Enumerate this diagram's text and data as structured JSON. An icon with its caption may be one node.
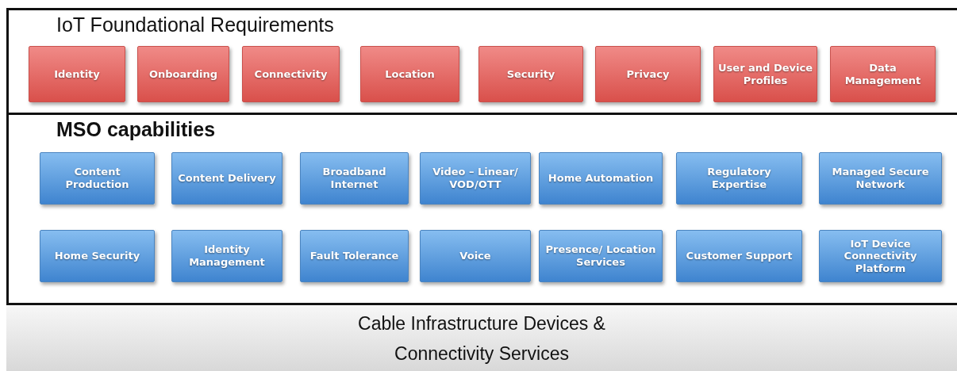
{
  "diagram": {
    "nodes": [
      {
        "text": [
          "IoT Foundational Requirements"
        ]
      },
      {
        "text": [
          "Identity"
        ],
        "in": 0
      },
      {
        "text": [
          "Onboarding"
        ],
        "in": 0
      },
      {
        "text": [
          "Connectivity"
        ],
        "in": 0
      },
      {
        "text": [
          "Location"
        ],
        "in": 0
      },
      {
        "text": [
          "Security"
        ],
        "in": 0
      },
      {
        "text": [
          "Privacy"
        ],
        "in": 0
      },
      {
        "text": [
          "User and Device Profiles"
        ],
        "in": 0
      },
      {
        "text": [
          "Data Management"
        ],
        "in": 0
      },
      {
        "text": [
          "MSO capabilities"
        ]
      },
      {
        "text": [
          "Content Production"
        ],
        "in": 9
      },
      {
        "text": [
          "Content Delivery"
        ],
        "in": 9
      },
      {
        "text": [
          "Broadband Internet"
        ],
        "in": 9
      },
      {
        "text": [
          "Video – Linear/ VOD/OTT"
        ],
        "in": 9
      },
      {
        "text": [
          "Home Automation"
        ],
        "in": 9
      },
      {
        "text": [
          "Regulatory Expertise"
        ],
        "in": 9
      },
      {
        "text": [
          "Managed Secure Network"
        ],
        "in": 9
      },
      {
        "text": [
          "Home Security"
        ],
        "in": 9
      },
      {
        "text": [
          "Identity Management"
        ],
        "in": 9
      },
      {
        "text": [
          "Fault Tolerance"
        ],
        "in": 9
      },
      {
        "text": [
          "Voice"
        ],
        "in": 9
      },
      {
        "text": [
          "Presence/ Location Services"
        ],
        "in": 9
      },
      {
        "text": [
          "Customer Support"
        ],
        "in": 9
      },
      {
        "text": [
          "IoT Device Connectivity Platform"
        ],
        "in": 9
      },
      {
        "text": [
          "Cable Infrastructure Devices & Connectivity Services"
        ]
      }
    ]
  }
}
